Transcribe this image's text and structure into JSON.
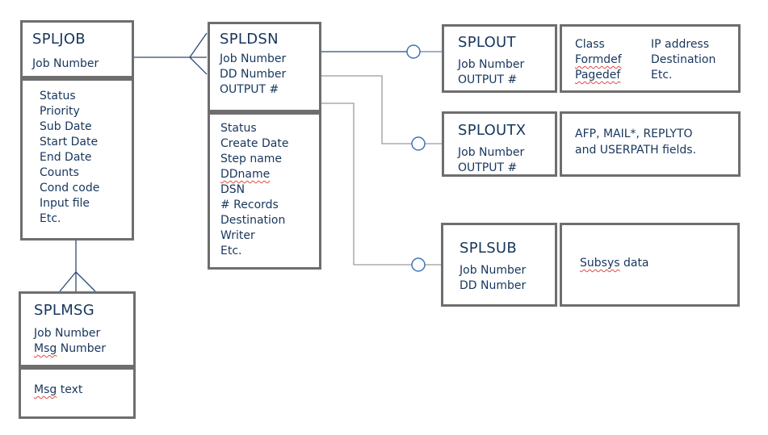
{
  "diagram": {
    "entities": {
      "spljob": {
        "title": "SPLJOB",
        "key1": "Job Number",
        "attrs": [
          "Status",
          "Priority",
          "Sub Date",
          "Start Date",
          "End Date",
          "Counts",
          "Cond code",
          "Input file",
          "Etc."
        ]
      },
      "spldsn": {
        "title": "SPLDSN",
        "key1": "Job Number",
        "key2": "DD Number",
        "key3": "OUTPUT #",
        "attrs": [
          "Status",
          "Create Date",
          "Step name",
          "DDname",
          "DSN",
          "# Records",
          "Destination",
          "Writer",
          "Etc."
        ]
      },
      "splout": {
        "title": "SPLOUT",
        "key1": "Job Number",
        "key2": "OUTPUT #",
        "fields_col1": [
          "Class",
          "Formdef",
          "Pagedef"
        ],
        "fields_col2": [
          "IP address",
          "Destination",
          "Etc."
        ]
      },
      "sploutx": {
        "title": "SPLOUTX",
        "key1": "Job Number",
        "key2": "OUTPUT #",
        "fields_line1": "AFP, MAIL*, REPLYTO",
        "fields_line2": "and USERPATH fields."
      },
      "splsub": {
        "title": "SPLSUB",
        "key1": "Job Number",
        "key2": "DD Number",
        "fields_word": "Subsys",
        "fields_rest": " data"
      },
      "splmsg": {
        "title": "SPLMSG",
        "key1": "Job Number",
        "key2_word": "Msg",
        "key2_rest": " Number",
        "attr_word": "Msg",
        "attr_rest": " text"
      }
    },
    "relationships": [
      {
        "from": "SPLJOB",
        "to": "SPLDSN",
        "marker": "crow-foot-many"
      },
      {
        "from": "SPLJOB",
        "to": "SPLMSG",
        "marker": "crow-foot-many"
      },
      {
        "from": "SPLDSN",
        "to": "SPLOUT",
        "marker": "optional-circle"
      },
      {
        "from": "SPLDSN",
        "to": "SPLOUTX",
        "marker": "optional-circle"
      },
      {
        "from": "SPLDSN",
        "to": "SPLSUB",
        "marker": "optional-circle"
      }
    ],
    "colors": {
      "text_navy": "#17365d",
      "box_border_gray": "#6e6e6e",
      "connector_navy": "#2a4a73",
      "connector_gray": "#9b9b9b",
      "connector_slate": "#7d97b6",
      "circle_blue": "#3d74b5",
      "spellcheck_red": "#e04b3f",
      "background": "#ffffff"
    }
  }
}
